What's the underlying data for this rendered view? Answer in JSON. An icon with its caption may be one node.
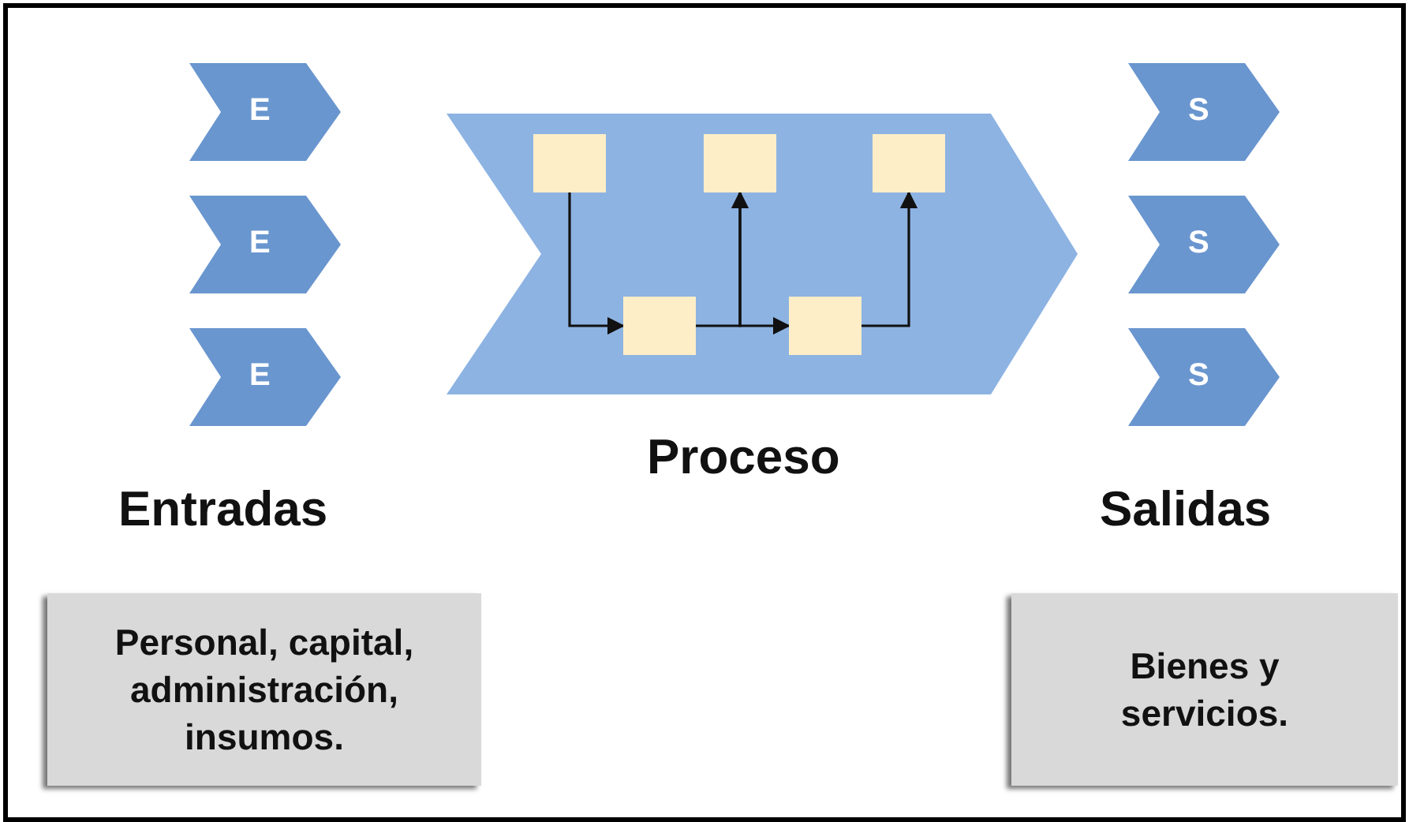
{
  "diagram": {
    "nodes": [
      {
        "text": [
          "E"
        ]
      },
      {
        "text": [
          "E"
        ]
      },
      {
        "text": [
          "E"
        ]
      },
      {
        "text": [],
        "shape": "chevron"
      },
      {
        "text": [],
        "shape": "box",
        "in": 3
      },
      {
        "text": [],
        "shape": "box",
        "in": 3
      },
      {
        "text": [],
        "shape": "box",
        "in": 3
      },
      {
        "text": [],
        "shape": "box",
        "in": 3
      },
      {
        "text": [],
        "shape": "box",
        "in": 3
      },
      {
        "text": [
          "S"
        ]
      },
      {
        "text": [
          "S"
        ]
      },
      {
        "text": [
          "S"
        ]
      },
      {
        "text": [
          "Personal, capital, administración, insumos."
        ]
      },
      {
        "text": [
          "Bienes y servicios."
        ]
      }
    ],
    "edges": [
      {
        "from": 4,
        "to": 5,
        "arrow": "to"
      },
      {
        "from": 5,
        "to": 6,
        "arrow": "to"
      },
      {
        "from": 6,
        "to": 7,
        "arrow": "to"
      },
      {
        "from": 7,
        "to": 8,
        "arrow": "to"
      }
    ],
    "labels": [
      "Proceso",
      "Entradas",
      "Salidas"
    ]
  }
}
